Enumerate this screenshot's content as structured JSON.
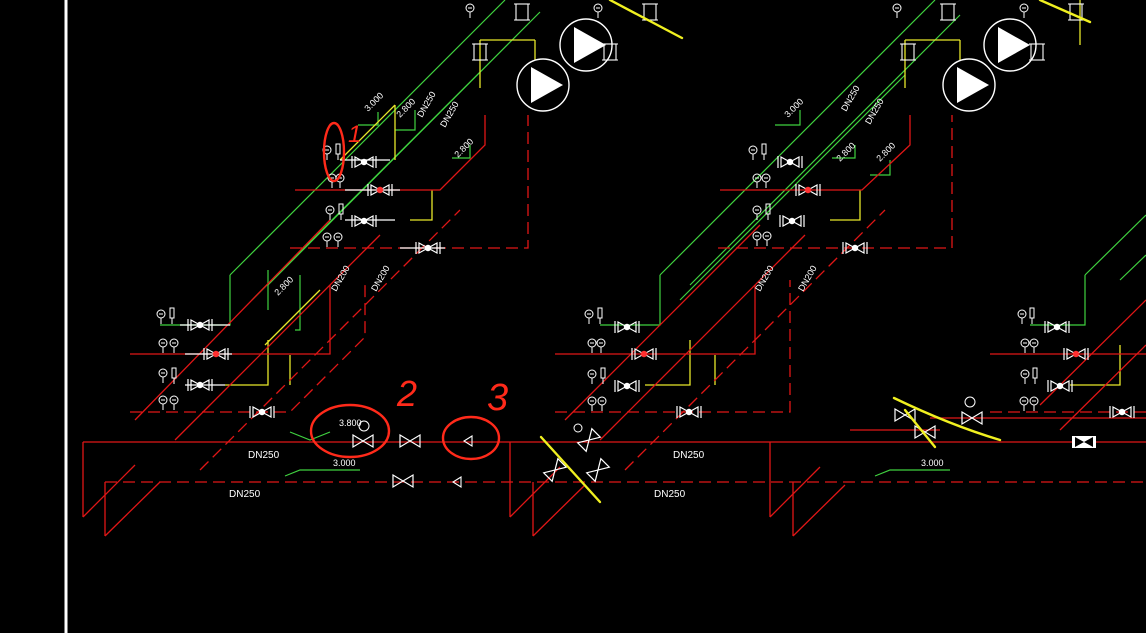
{
  "canvas": {
    "background": "#000000"
  },
  "colors": {
    "supply_pipe": "#e01616",
    "return_pipe": "#e01616",
    "green_pipe": "#3fd13f",
    "yellow_pipe": "#e8e82a",
    "symbols": "#ffffff",
    "annotation": "#ff2a1a",
    "highlight": "#f0f020"
  },
  "labels": {
    "dn250_a": "DN250",
    "dn250_b": "DN250",
    "dn250_c": "DN250",
    "dn250_d": "DN250",
    "dn250_e": "DN250",
    "dn250_f": "DN250",
    "dn250_g": "DN250",
    "dn250_h": "DN250",
    "dn200_a": "DN200",
    "dn200_b": "DN200",
    "dn200_c": "DN200",
    "dn200_d": "DN200",
    "elev_a": "3.000",
    "elev_b": "2.800",
    "elev_c": "2.800",
    "elev_d": "2.800",
    "elev_e": "3.800",
    "elev_f": "3.000",
    "elev_g": "3.000",
    "elev_h": "2.800",
    "elev_i": "2.800",
    "elev_j": "3.000"
  },
  "annotations": {
    "mark_1": "1",
    "mark_2": "2",
    "mark_3": "3"
  },
  "icons": [
    "gate-valve-icon",
    "butterfly-valve-icon",
    "pump-icon",
    "pressure-gauge-icon",
    "thermometer-icon",
    "check-valve-icon",
    "strainer-icon"
  ]
}
